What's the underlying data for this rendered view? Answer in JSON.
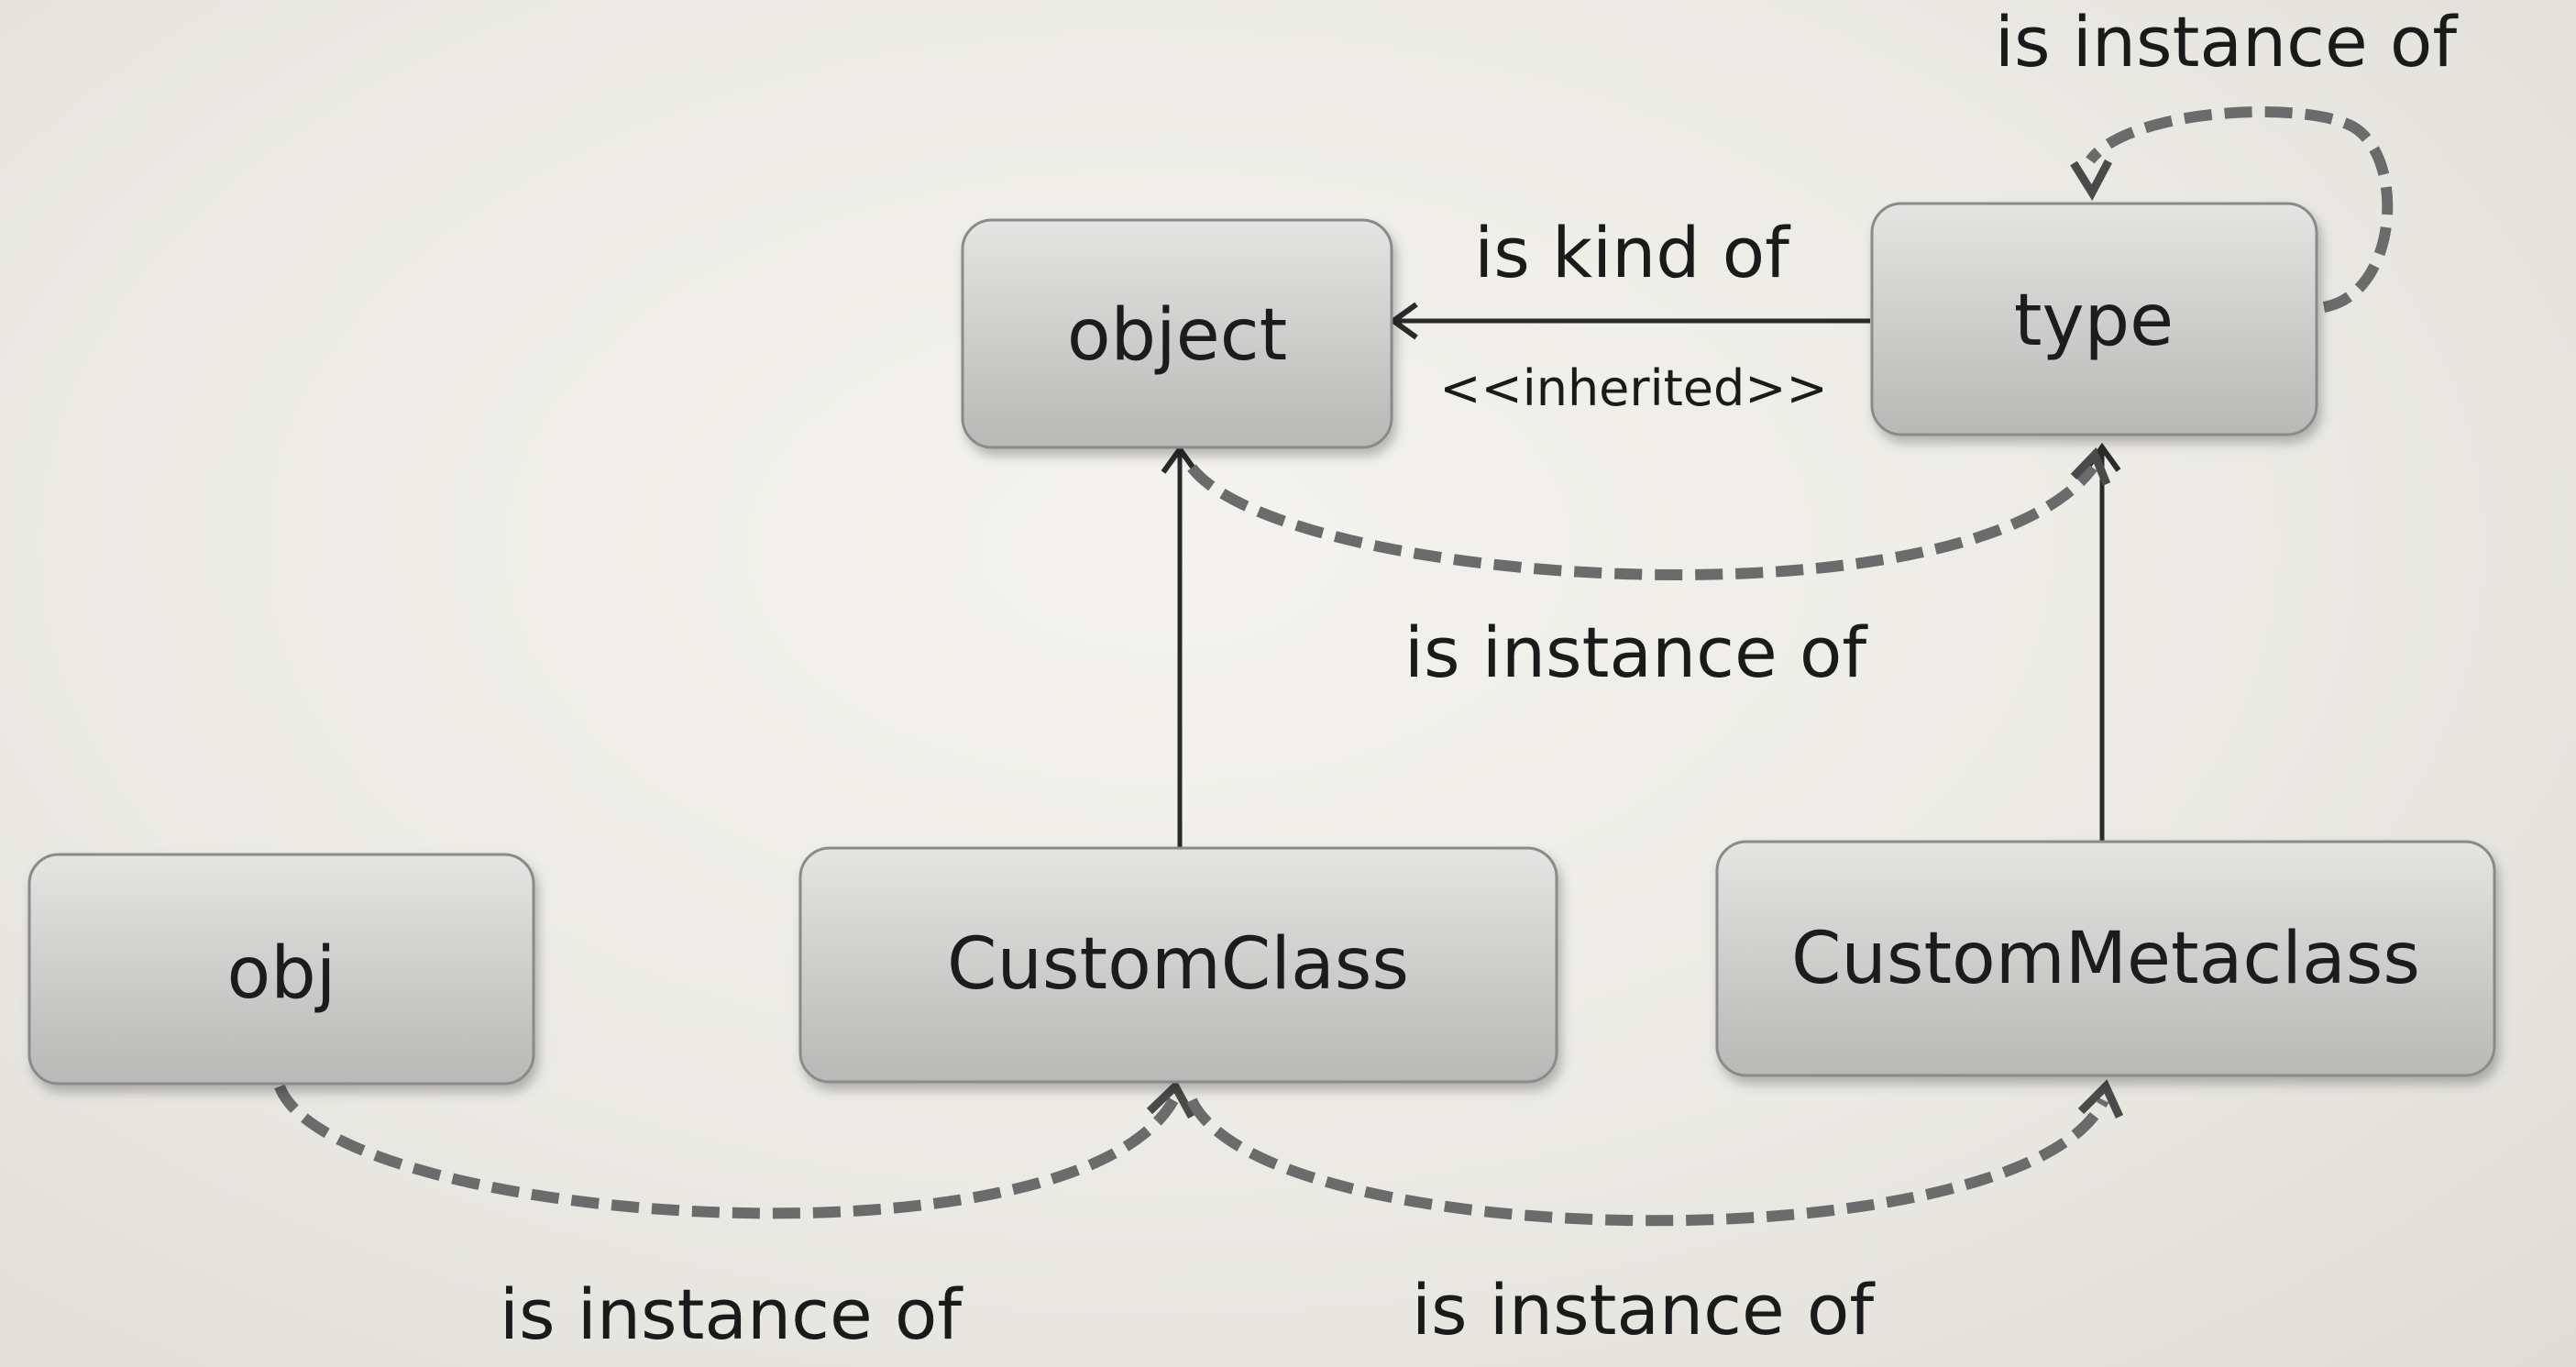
{
  "nodes": {
    "object": "object",
    "type": "type",
    "obj": "obj",
    "custom_class": "CustomClass",
    "custom_metaclass": "CustomMetaclass"
  },
  "edges": {
    "type_to_object": {
      "label": "is kind of",
      "stereotype": "<<inherited>>"
    },
    "type_self": {
      "label": "is instance of"
    },
    "object_to_type": {
      "label": "is instance of"
    },
    "obj_to_custom_class": {
      "label": "is instance of"
    },
    "custom_class_to_custom_metaclass": {
      "label": "is instance of"
    }
  },
  "colors": {
    "node_fill_light": "#dededc",
    "node_fill_dark": "#b9b9b7",
    "solid_arrow": "#2a2a2a",
    "dashed_arrow": "#6b6b6b",
    "background": "#ebeae5"
  }
}
